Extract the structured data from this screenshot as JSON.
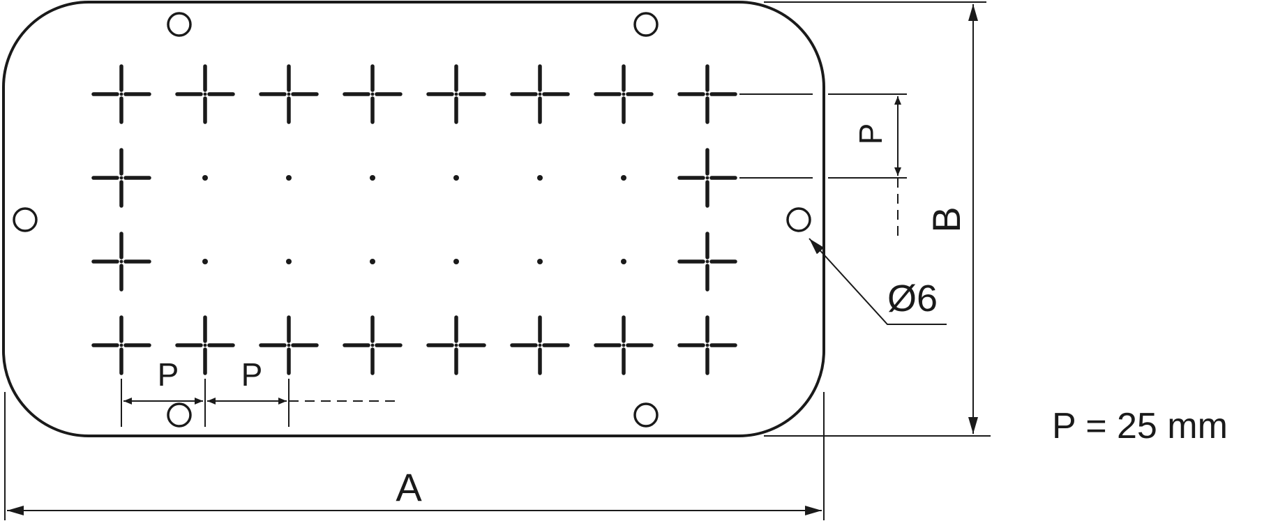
{
  "labels": {
    "dim_a": "A",
    "dim_b": "B",
    "pitch_vertical": "P",
    "pitch_horizontal_1": "P",
    "pitch_horizontal_2": "P",
    "hole_diameter": "Ø6",
    "pitch_value": "P = 25 mm"
  },
  "colors": {
    "ink": "#1a1a1a",
    "background": "#ffffff"
  },
  "grid": {
    "columns": 8,
    "rows": 4
  },
  "icons": {
    "cross_mark": "plus-cross-icon",
    "center_dot": "dot-icon",
    "mounting_hole": "circle-hole-icon"
  }
}
